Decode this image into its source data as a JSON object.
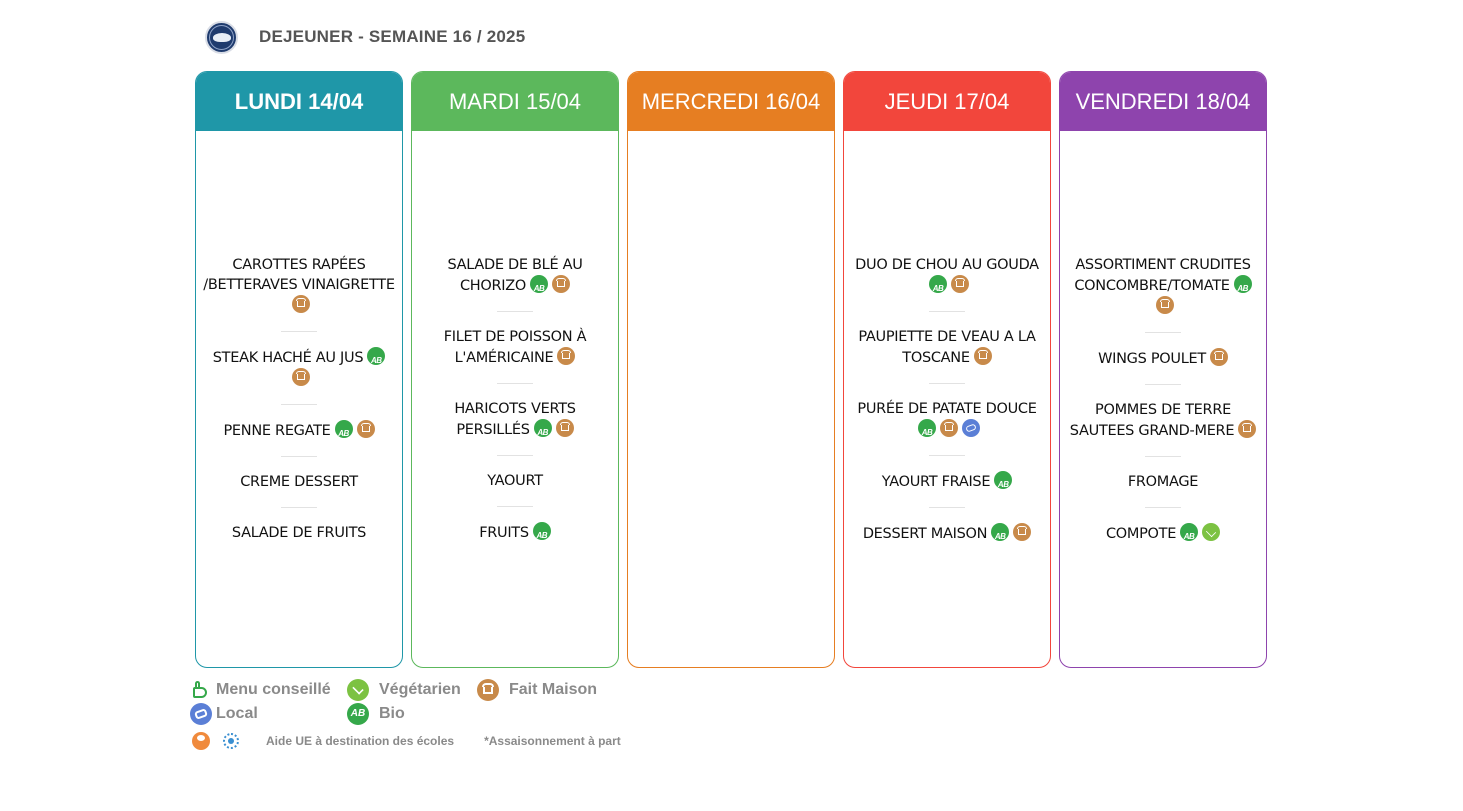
{
  "header": {
    "title": "DEJEUNER - SEMAINE 16 / 2025"
  },
  "days": [
    {
      "label": "LUNDI 14/04",
      "color": "#1f97a8",
      "bold": true,
      "dishes": [
        {
          "name": "CAROTTES RAPÉES /BETTERAVES VINAIGRETTE",
          "icons": [
            "fait-maison"
          ]
        },
        {
          "name": "STEAK HACHÉ AU JUS",
          "icons": [
            "bio",
            "fait-maison"
          ]
        },
        {
          "name": "PENNE REGATE",
          "icons": [
            "bio",
            "fait-maison"
          ]
        },
        {
          "name": "CREME DESSERT",
          "icons": []
        },
        {
          "name": "SALADE DE FRUITS",
          "icons": []
        }
      ]
    },
    {
      "label": "MARDI 15/04",
      "color": "#5cb85c",
      "bold": false,
      "dishes": [
        {
          "name": "SALADE DE BLÉ AU CHORIZO",
          "icons": [
            "bio",
            "fait-maison"
          ]
        },
        {
          "name": "FILET DE POISSON À L'AMÉRICAINE",
          "icons": [
            "fait-maison"
          ]
        },
        {
          "name": "HARICOTS VERTS PERSILLÉS",
          "icons": [
            "bio",
            "fait-maison"
          ]
        },
        {
          "name": "YAOURT",
          "icons": []
        },
        {
          "name": "FRUITS",
          "icons": [
            "bio"
          ]
        }
      ]
    },
    {
      "label": "MERCREDI 16/04",
      "color": "#e67e22",
      "bold": false,
      "dishes": []
    },
    {
      "label": "JEUDI 17/04",
      "color": "#f2463c",
      "bold": false,
      "dishes": [
        {
          "name": "DUO DE CHOU AU GOUDA",
          "icons": [
            "bio",
            "fait-maison"
          ]
        },
        {
          "name": "PAUPIETTE DE VEAU A LA TOSCANE",
          "icons": [
            "fait-maison"
          ]
        },
        {
          "name": "PURÉE DE PATATE DOUCE",
          "icons": [
            "bio",
            "fait-maison",
            "local"
          ]
        },
        {
          "name": "YAOURT FRAISE",
          "icons": [
            "bio"
          ]
        },
        {
          "name": "DESSERT MAISON",
          "icons": [
            "bio",
            "fait-maison"
          ]
        }
      ]
    },
    {
      "label": "VENDREDI 18/04",
      "color": "#8e44ad",
      "bold": false,
      "dishes": [
        {
          "name": "ASSORTIMENT CRUDITES CONCOMBRE/TOMATE",
          "icons": [
            "bio",
            "fait-maison"
          ]
        },
        {
          "name": "WINGS POULET",
          "icons": [
            "fait-maison"
          ]
        },
        {
          "name": "POMMES DE TERRE SAUTEES GRAND-MERE",
          "icons": [
            "fait-maison"
          ]
        },
        {
          "name": "FROMAGE",
          "icons": []
        },
        {
          "name": "COMPOTE",
          "icons": [
            "bio",
            "vegetarien"
          ]
        }
      ]
    }
  ],
  "legend": {
    "menu_conseille": "Menu conseillé",
    "vegetarien": "Végétarien",
    "fait_maison": "Fait Maison",
    "local": "Local",
    "bio": "Bio"
  },
  "footer": {
    "aide_ue": "Aide UE à destination des écoles",
    "assaisonnement": "*Assaisonnement à part"
  }
}
